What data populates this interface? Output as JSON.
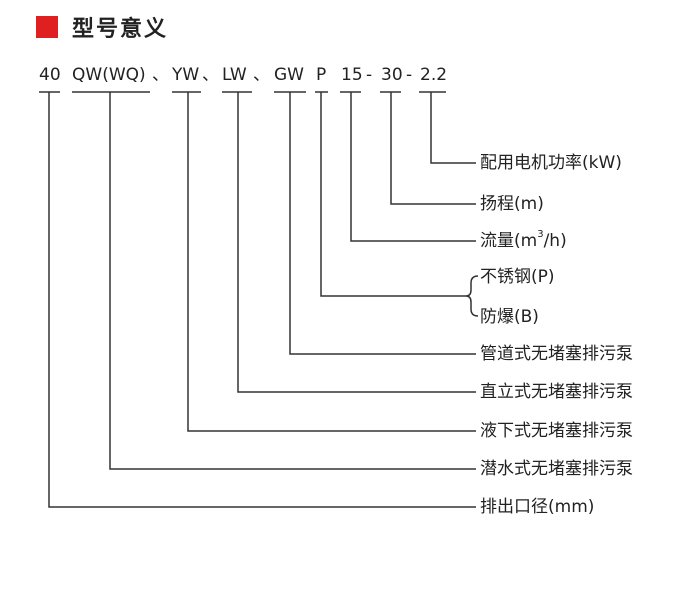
{
  "title": "型号意义",
  "colors": {
    "accent": "#e02020",
    "line": "#333333",
    "text": "#222222"
  },
  "model_code": {
    "diameter": "40",
    "sep1": "、",
    "sep2": "、",
    "sep3": "、",
    "qw": "QW(WQ)",
    "yw": "YW",
    "lw": "LW",
    "gw": "GW",
    "material": "P",
    "flow": "15",
    "dash1": "-",
    "head": "30",
    "dash2": "-",
    "power": "2.2"
  },
  "labels": {
    "power": "配用电机功率(kW)",
    "head": "扬程(m)",
    "flow_prefix": "流量(m",
    "flow_sup": "3",
    "flow_suffix": "/h)",
    "stainless": "不锈钢(P)",
    "explosion": "防爆(B)",
    "gw": "管道式无堵塞排污泵",
    "lw": "直立式无堵塞排污泵",
    "yw": "液下式无堵塞排污泵",
    "qw": "潜水式无堵塞排污泵",
    "diameter": "排出口径(mm)"
  }
}
